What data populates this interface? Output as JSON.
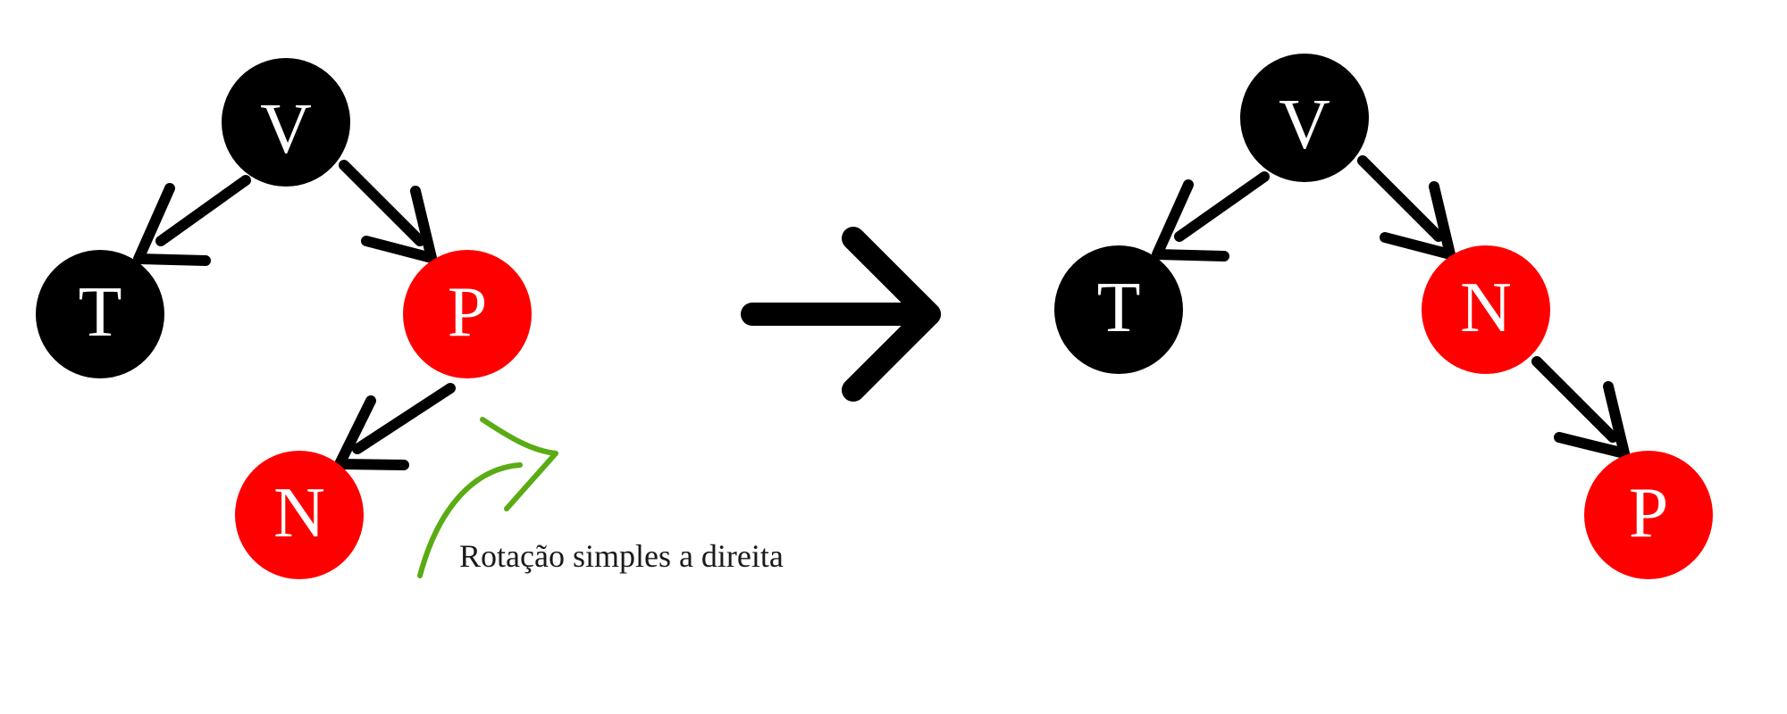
{
  "colors": {
    "black_node": "#000000",
    "red_node": "#ff0000",
    "node_text": "#ffffff",
    "annotation_arrow": "#5aab14"
  },
  "before_tree": {
    "root": "V",
    "left": "T",
    "right": "P",
    "right_left": "N"
  },
  "after_tree": {
    "root": "V",
    "left": "T",
    "right": "N",
    "right_right": "P"
  },
  "annotation": {
    "text": "Rotação simples a direita"
  },
  "icons": {
    "transform_arrow": "right-arrow-icon",
    "rotation_hint": "curved-arrow-icon"
  }
}
